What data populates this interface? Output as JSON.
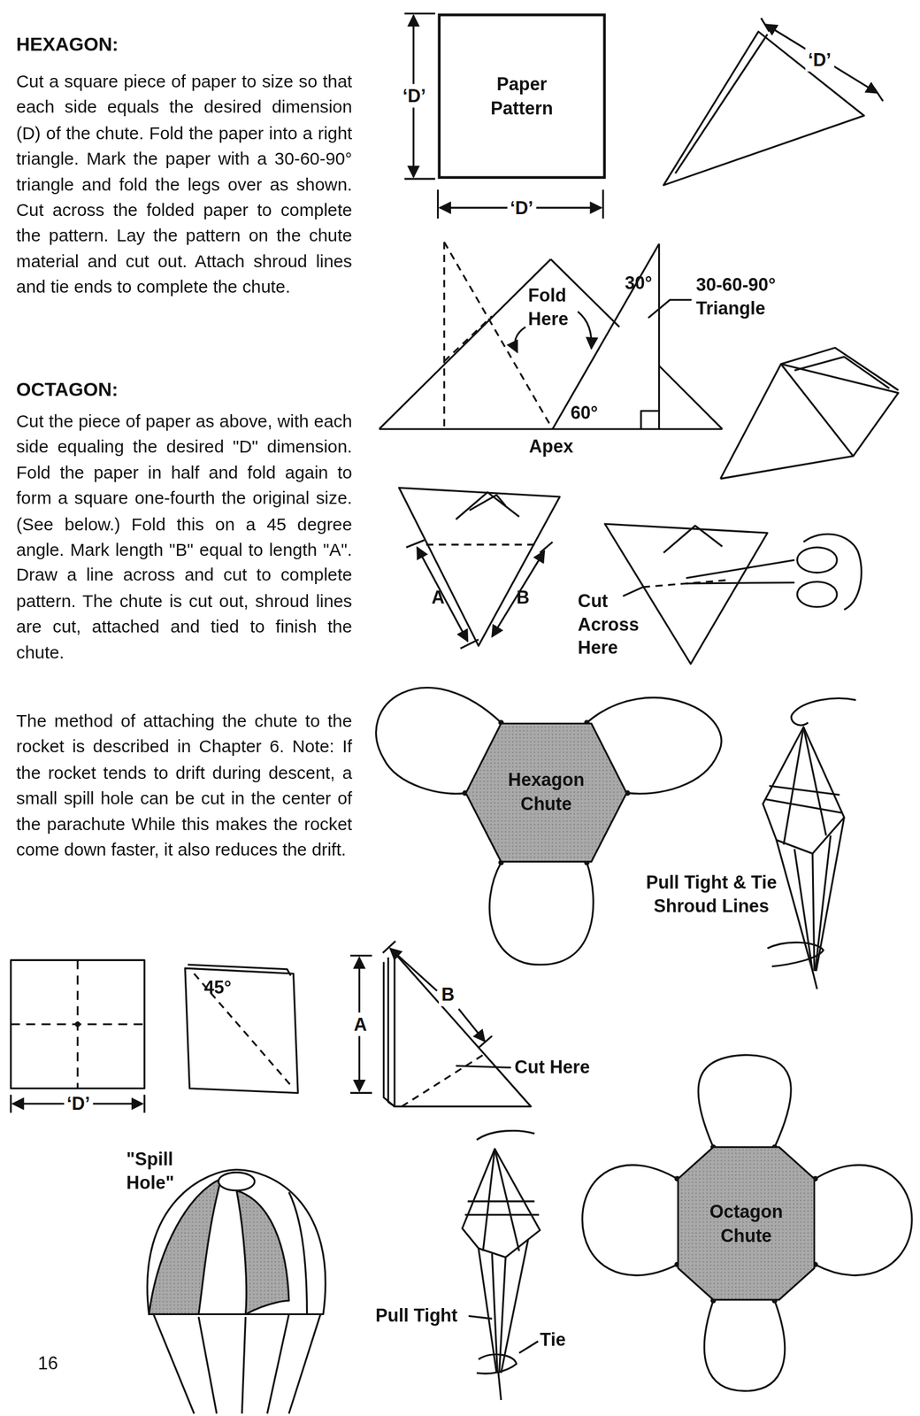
{
  "diagram": {
    "nodes": [
      {
        "text": [
          "Paper Pattern"
        ]
      },
      {
        "text": [
          "Hexagon Chute"
        ]
      },
      {
        "text": [
          "Octagon Chute"
        ]
      }
    ],
    "labels": [
      "HEXAGON:",
      "Cut a square piece of paper to size so that each side equals the desired dimension (D) of the chute. Fold the paper into a right triangle. Mark the paper with a 30-60-90° triangle and fold the legs over as shown. Cut across the folded paper to complete the pattern. Lay the pattern on the chute material and cut out. Attach shroud lines and tie ends to complete the chute.",
      "OCTAGON:",
      "Cut the piece of paper as above, with each side equaling the desired \"D\" dimension. Fold the paper in half and fold again to form a square one-fourth the original size. (See below.) Fold this on a 45 degree angle. Mark length \"B\" equal to length \"A\". Draw a line across and cut to complete pattern. The chute is cut out, shroud lines are cut, attached and tied to finish the chute.",
      "The method of attaching the chute to the rocket is described in Chapter 6. Note: If the rocket tends to drift during descent, a small spill hole can be cut in the center of the parachute While this makes the rocket come down faster, it also reduces the drift.",
      "‘D’",
      "‘D’",
      "‘D’",
      "Fold Here",
      "30°",
      "60°",
      "Apex",
      "30-60-90° Triangle",
      "A",
      "B",
      "Cut Across Here",
      "Pull Tight & Tie Shroud Lines",
      "‘D’",
      "45°",
      "A",
      "B",
      "Cut Here",
      "\"Spill Hole\"",
      "Pull Tight",
      "Tie",
      "16"
    ]
  }
}
